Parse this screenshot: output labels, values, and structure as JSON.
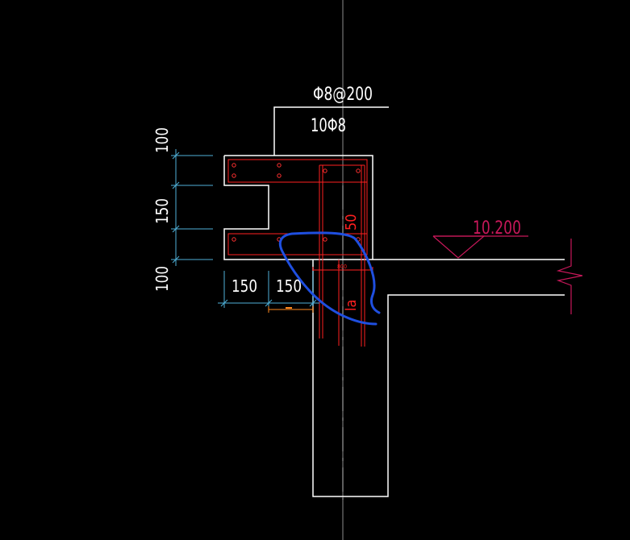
{
  "drawing": {
    "rebar_spec_top": "Φ8@200",
    "rebar_spec_bottom": "10Φ8",
    "elevation": "10.200",
    "anchor_label_50": "50",
    "anchor_label_la": "la",
    "small_dim_label": "800",
    "dims_vertical": [
      "100",
      "150",
      "100"
    ],
    "dims_horizontal": [
      "150",
      "150"
    ]
  },
  "colors": {
    "background": "#000000",
    "outline": "#ffffff",
    "rebar": "#ff2020",
    "dimension": "#4fb0d8",
    "elevation": "#c8185a",
    "markup": "#1f4fe0",
    "orange": "#ff8a20",
    "centerline": "#8c8c8c"
  }
}
